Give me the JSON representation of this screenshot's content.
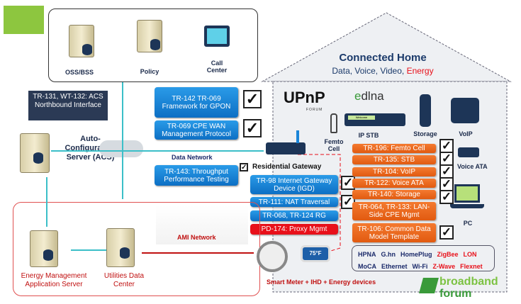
{
  "top_box": {
    "items": [
      {
        "label": "OSS/BSS"
      },
      {
        "label": "Policy"
      },
      {
        "label": "Call Center"
      }
    ]
  },
  "acs": {
    "interface_box": "TR-131, WT-132: ACS Northbound Interface",
    "label": "Auto-Configuration Server (ACS)"
  },
  "data_network": "Data Network",
  "wan_specs": [
    {
      "label": "TR-142 TR-069 Framework for GPON",
      "checked": true
    },
    {
      "label": "TR-069 CPE WAN Management Protocol",
      "checked": true
    },
    {
      "label": "TR-143: Throughput Performance Testing",
      "checked": true
    }
  ],
  "house": {
    "title": "Connected Home",
    "subtitle": "Data, Voice, Video, ",
    "subtitle_highlight": "Energy",
    "upnp": "UPnP",
    "upnp_sub": "FORUM",
    "dlna": "dlna",
    "devices": {
      "femto": "Femto Cell",
      "stb": "IP STB",
      "storage": "Storage",
      "voip": "VoIP",
      "ata": "Voice ATA",
      "pc": "PC",
      "stb_screen": "Welcome",
      "thermostat": "75°F"
    }
  },
  "gateway": {
    "label": "Residential Gateway",
    "specs": [
      {
        "label": "TR-98 Internet Gateway Device (IGD)",
        "checked": true
      },
      {
        "label": "TR-111: NAT Traversal",
        "checked": true
      },
      {
        "label": "TR-068, TR-124 RG",
        "checked": false
      },
      {
        "label": "PD-174: Proxy Mgmt",
        "checked": false,
        "color": "#e8101a"
      }
    ]
  },
  "lan_specs": [
    {
      "label": "TR-196: Femto Cell",
      "checked": true
    },
    {
      "label": "TR-135: STB",
      "checked": true
    },
    {
      "label": "TR-104: VoIP",
      "checked": true
    },
    {
      "label": "TR-122: Voice ATA",
      "checked": true
    },
    {
      "label": "TR-140: Storage",
      "checked": true
    },
    {
      "label": "TR-064, TR-133: LAN-Side CPE Mgmt",
      "checked": false
    },
    {
      "label": "TR-106: Common Data Model Template",
      "checked": true
    }
  ],
  "protocols": {
    "row1": [
      {
        "t": "HPNA",
        "c": "#1b2a6a"
      },
      {
        "t": "G.hn",
        "c": "#1b2a6a"
      },
      {
        "t": "HomePlug",
        "c": "#1b2a6a"
      },
      {
        "t": "ZigBee",
        "c": "#e8101a"
      },
      {
        "t": "LON",
        "c": "#e8101a"
      }
    ],
    "row2": [
      {
        "t": "MoCA",
        "c": "#1b2a6a"
      },
      {
        "t": "Ethernet",
        "c": "#1b2a6a"
      },
      {
        "t": "Wi-Fi",
        "c": "#1b2a6a"
      },
      {
        "t": "Z-Wave",
        "c": "#e8101a"
      },
      {
        "t": "Flexnet",
        "c": "#e8101a"
      }
    ]
  },
  "energy": {
    "ems": "Energy Management Application Server",
    "udc": "Utilities Data Center",
    "ami": "AMI Network",
    "devices": "Smart Meter + IHD + Energy devices"
  },
  "logo": {
    "line1": "broadband",
    "line2": "forum"
  },
  "colors": {
    "accent_green": "#8dc63f",
    "navy": "#1b2a4a",
    "blue": "#1a85d8",
    "orange": "#ef6a20",
    "red": "#e8101a",
    "teal": "#3bbfc8"
  }
}
